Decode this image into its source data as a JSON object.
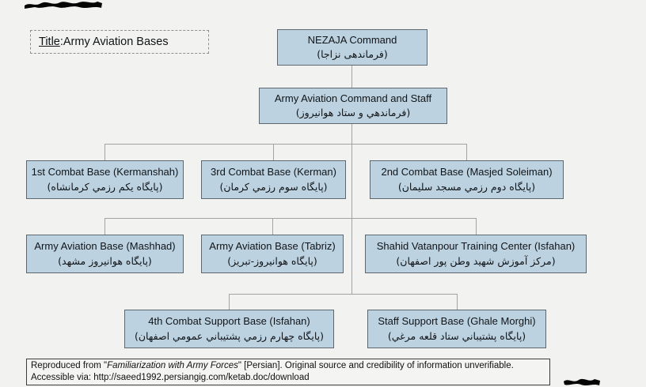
{
  "page": {
    "background_color": "#f2f2f0",
    "box_fill_color": "#bdd2e1",
    "box_border_color": "#5c6770",
    "connector_color": "#a3a3a3"
  },
  "title_box": {
    "label": "Title",
    "colon": ": ",
    "text": "Army Aviation Bases"
  },
  "chart": {
    "type": "org-chart",
    "nodes": {
      "nezaja": {
        "en": "NEZAJA Command",
        "fa": "(فرماندهی نزاجا)"
      },
      "aviation_command": {
        "en": "Army Aviation Command and Staff",
        "fa": "(فرماندهي و ستاد هوانيروز)"
      },
      "combat1": {
        "en": "1st Combat Base (Kermanshah)",
        "fa": "(پایگاه یکم رزمي کرمانشاه)"
      },
      "combat3": {
        "en": "3rd Combat Base (Kerman)",
        "fa": "(پایگاه سوم رزمي کرمان)"
      },
      "combat2": {
        "en": "2nd Combat Base (Masjed Soleiman)",
        "fa": "(پایگاه دوم رزمي مسجد سلیمان)"
      },
      "mashhad": {
        "en": "Army Aviation Base (Mashhad)",
        "fa": "(پایگاه هوانیروز مشهد)"
      },
      "tabriz": {
        "en": "Army Aviation Base (Tabriz)",
        "fa": "(پایگاه هوانیروز-تبریز)"
      },
      "training": {
        "en": "Shahid Vatanpour Training Center (Isfahan)",
        "fa": "(مرکز آموزش شهید وطن پور اصفهان)"
      },
      "support4": {
        "en": "4th Combat Support Base (Isfahan)",
        "fa": "(پایگاه چهارم رزمي پشتيباني عمومي اصفهان)"
      },
      "staff_support": {
        "en": "Staff Support Base (Ghale Morghi)",
        "fa": "(پایگاه پشتيباني ستاد قلعه مرغي)"
      }
    }
  },
  "footer": {
    "line1_prefix": "Reproduced from \"",
    "line1_italic": "Familiarization with Army Forces",
    "line1_suffix": "\" [Persian]. Original source and credibility of information unverifiable.",
    "line2": "Accessible via: http://saeed1992.persiangig.com/ketab.doc/download"
  }
}
